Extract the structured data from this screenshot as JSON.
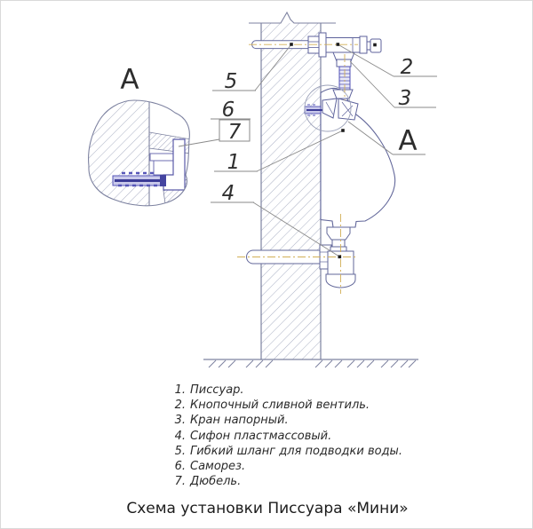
{
  "title": "Схема установки Писсуара «Мини»",
  "drawing": {
    "view_label_left": "А",
    "view_label_right": "А",
    "callouts": {
      "left": [
        "5",
        "6",
        "7",
        "1",
        "4"
      ],
      "right": [
        "2",
        "3"
      ]
    }
  },
  "legend": {
    "items": [
      {
        "num": "1.",
        "text": "Писсуар."
      },
      {
        "num": "2.",
        "text": "Кнопочный сливной вентиль."
      },
      {
        "num": "3.",
        "text": "Кран напорный."
      },
      {
        "num": "4.",
        "text": "Сифон пластмассовый."
      },
      {
        "num": "5.",
        "text": "Гибкий шланг для подводки воды."
      },
      {
        "num": "6.",
        "text": "Саморез."
      },
      {
        "num": "7.",
        "text": "Дюбель."
      }
    ]
  },
  "colors": {
    "wall_outline": "#7d82a0",
    "hatch": "#aab0c4",
    "fixture_outline": "#5d629b",
    "hardware_blue": "#5151b5",
    "hardware_fill": "#c9c9ea",
    "centerline_yellow": "#d2af56",
    "leader_gray": "#8a8a8a",
    "text_dark": "#2f2f2f"
  }
}
